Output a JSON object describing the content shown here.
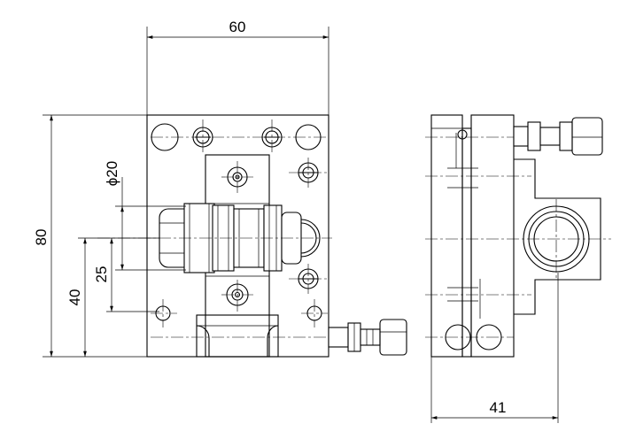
{
  "diagram": {
    "dimensions": {
      "width_top": "60",
      "height_total": "80",
      "height_center": "40",
      "offset_25": "25",
      "diameter": "ϕ20",
      "depth_side": "41"
    }
  }
}
